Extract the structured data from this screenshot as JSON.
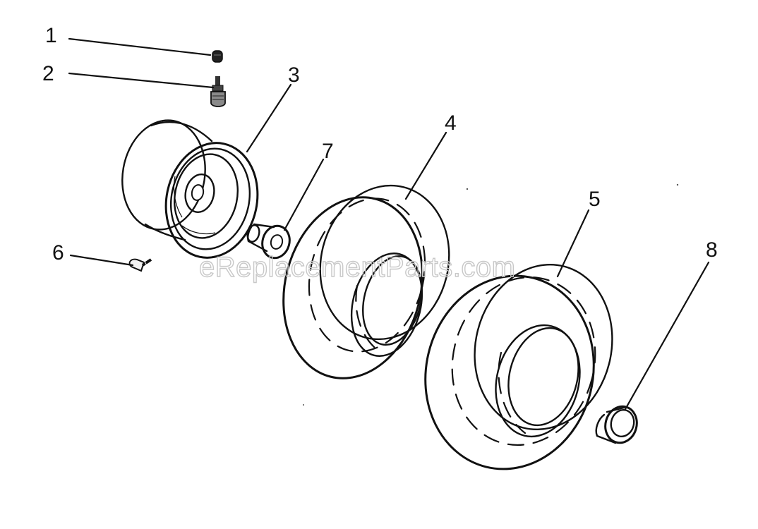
{
  "diagram": {
    "watermark": "eReplacementParts.com",
    "callouts": [
      {
        "id": "1",
        "label": "1"
      },
      {
        "id": "2",
        "label": "2"
      },
      {
        "id": "3",
        "label": "3"
      },
      {
        "id": "4",
        "label": "4"
      },
      {
        "id": "5",
        "label": "5"
      },
      {
        "id": "6",
        "label": "6"
      },
      {
        "id": "7",
        "label": "7"
      },
      {
        "id": "8",
        "label": "8"
      }
    ]
  }
}
